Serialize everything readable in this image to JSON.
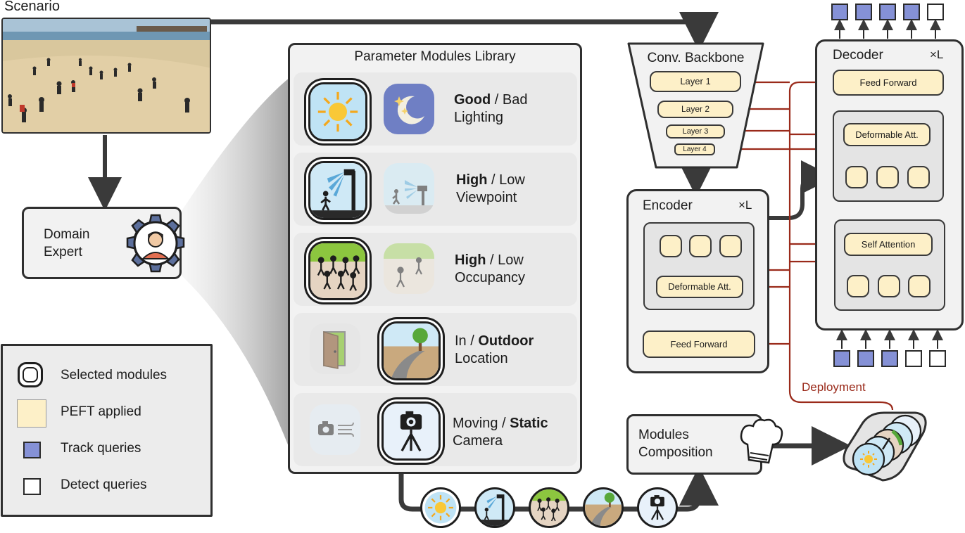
{
  "scenario_label": "Scenario",
  "domain_expert_label": "Domain\nExpert",
  "library": {
    "title": "Parameter Modules Library",
    "rows": [
      {
        "strong": "Good",
        "sep": " / ",
        "weak": "Bad",
        "line2": "Lighting",
        "strong_first": true
      },
      {
        "strong": "High",
        "sep": " / ",
        "weak": "Low",
        "line2": "Viewpoint",
        "strong_first": true
      },
      {
        "strong": "High",
        "sep": " / ",
        "weak": "Low",
        "line2": "Occupancy",
        "strong_first": true
      },
      {
        "weak": "In",
        "sep": " / ",
        "strong": "Outdoor",
        "line2": "Location",
        "strong_first": false
      },
      {
        "weak": "Moving",
        "sep": " / ",
        "strong": "Static",
        "line2": "Camera",
        "strong_first": false
      }
    ]
  },
  "legend": {
    "selected": "Selected modules",
    "peft": "PEFT applied",
    "track": "Track queries",
    "detect": "Detect queries"
  },
  "backbone": {
    "title": "Conv. Backbone",
    "layers": [
      "Layer 1",
      "Layer 2",
      "Layer 3",
      "Layer 4"
    ]
  },
  "encoder": {
    "title": "Encoder",
    "repeat": "×L",
    "deformable": "Deformable Att.",
    "ffn": "Feed Forward"
  },
  "decoder": {
    "title": "Decoder",
    "repeat": "×L",
    "ffn": "Feed Forward",
    "deformable": "Deformable Att.",
    "self_attention": "Self Attention"
  },
  "composition_label": "Modules\nComposition",
  "deployment_label": "Deployment",
  "colors": {
    "arrow_dark": "#3a3a3a",
    "arrow_red": "#9a2a1a",
    "peft_fill": "#fdf0c8",
    "track_fill": "#8591d6",
    "panel_fill": "#f2f2f2"
  },
  "queries": {
    "top": [
      "track",
      "track",
      "track",
      "track",
      "detect"
    ],
    "bottom": [
      "track",
      "track",
      "track",
      "detect",
      "detect"
    ]
  }
}
